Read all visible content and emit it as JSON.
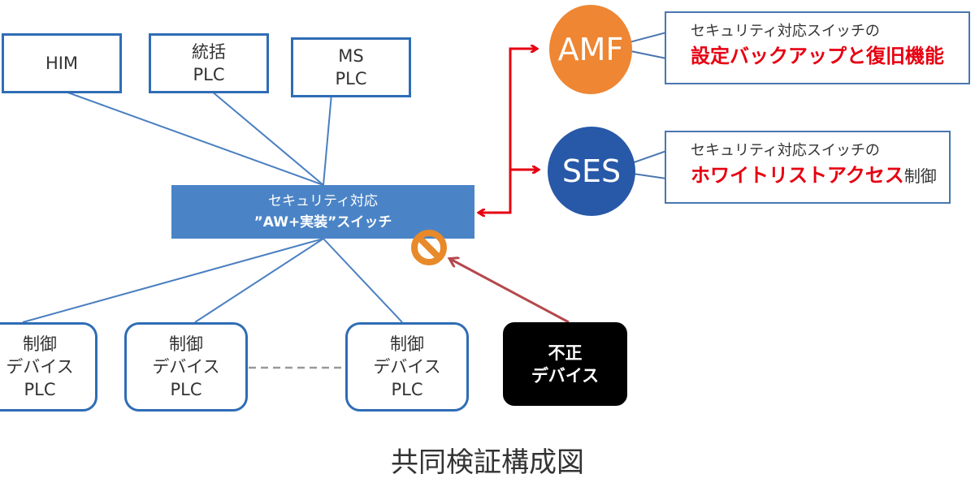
{
  "top_nodes": [
    {
      "id": "him",
      "lines": [
        "HIM"
      ]
    },
    {
      "id": "integrated-plc",
      "lines": [
        "統括",
        "PLC"
      ]
    },
    {
      "id": "ms-plc",
      "lines": [
        "MS",
        "PLC"
      ]
    }
  ],
  "switch": {
    "line1": "セキュリティ対応",
    "line2": "”AW+実装”スイッチ"
  },
  "bottom_nodes": [
    {
      "id": "control-device-plc-1",
      "lines": [
        "制御",
        "デバイス",
        "PLC"
      ]
    },
    {
      "id": "control-device-plc-2",
      "lines": [
        "制御",
        "デバイス",
        "PLC"
      ]
    },
    {
      "id": "control-device-plc-3",
      "lines": [
        "制御",
        "デバイス",
        "PLC"
      ]
    }
  ],
  "rogue_device": {
    "lines": [
      "不正",
      "デバイス"
    ]
  },
  "services": [
    {
      "id": "amf",
      "label": "AMF",
      "color": "#ee8633",
      "callout_line1": "セキュリティ対応スイッチの",
      "callout_highlight": "設定バックアップと復旧機能",
      "callout_tail": ""
    },
    {
      "id": "ses",
      "label": "SES",
      "color": "#2858a8",
      "callout_line1": "セキュリティ対応スイッチの",
      "callout_highlight": "ホワイトリストアクセス",
      "callout_tail": "制御"
    }
  ],
  "icons": {
    "blocked": "prohibit-icon"
  },
  "colors": {
    "node_border": "#2f6db5",
    "switch_fill": "#4b84c6",
    "link": "#4a7fc1",
    "red_arrow": "#e60012",
    "attack_arrow": "#b5484c",
    "prohibit": "#e8892a"
  },
  "caption": "共同検証構成図"
}
